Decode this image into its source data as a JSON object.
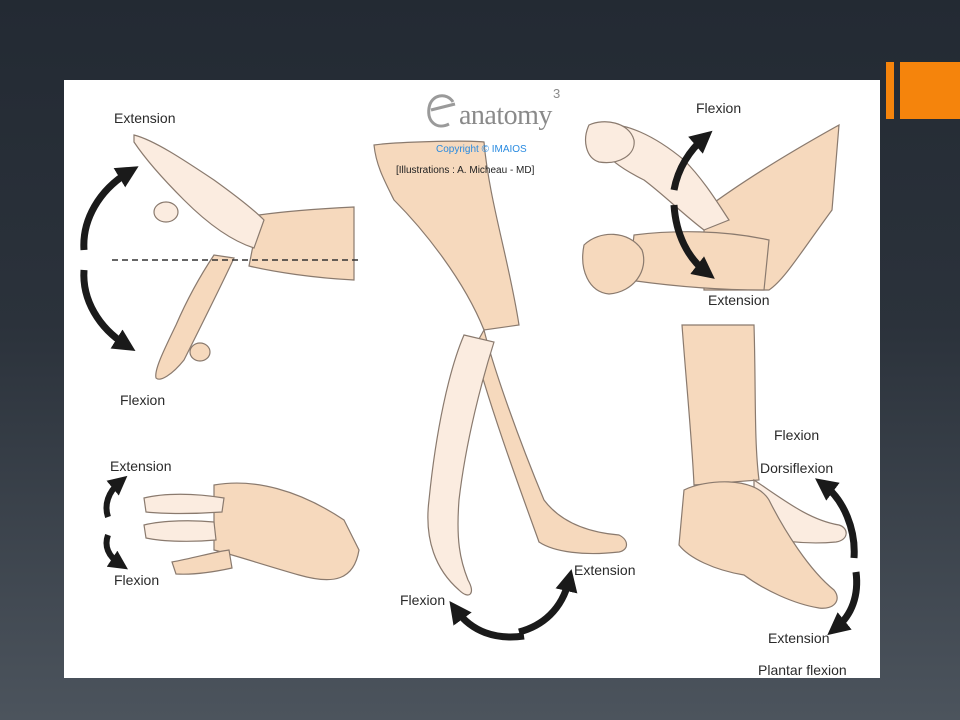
{
  "logo": {
    "text": "anatomy",
    "superscript": "3"
  },
  "copyright": "Copyright © IMAIOS",
  "credit": "[Illustrations : A. Micheau - MD]",
  "labels": {
    "wrist_extension": "Extension",
    "wrist_flexion": "Flexion",
    "finger_extension": "Extension",
    "finger_flexion": "Flexion",
    "knee_flexion": "Flexion",
    "knee_extension": "Extension",
    "elbow_flexion": "Flexion",
    "elbow_extension": "Extension",
    "ankle_flexion": "Flexion",
    "ankle_dorsiflexion": "Dorsiflexion",
    "ankle_extension": "Extension",
    "ankle_plantar_flexion": "Plantar flexion"
  },
  "colors": {
    "accent": "#f5840c",
    "skin": "#f6d9bd",
    "skin_light": "#fbece0",
    "outline": "#8a7a6e",
    "arrow": "#1a1a1a"
  }
}
